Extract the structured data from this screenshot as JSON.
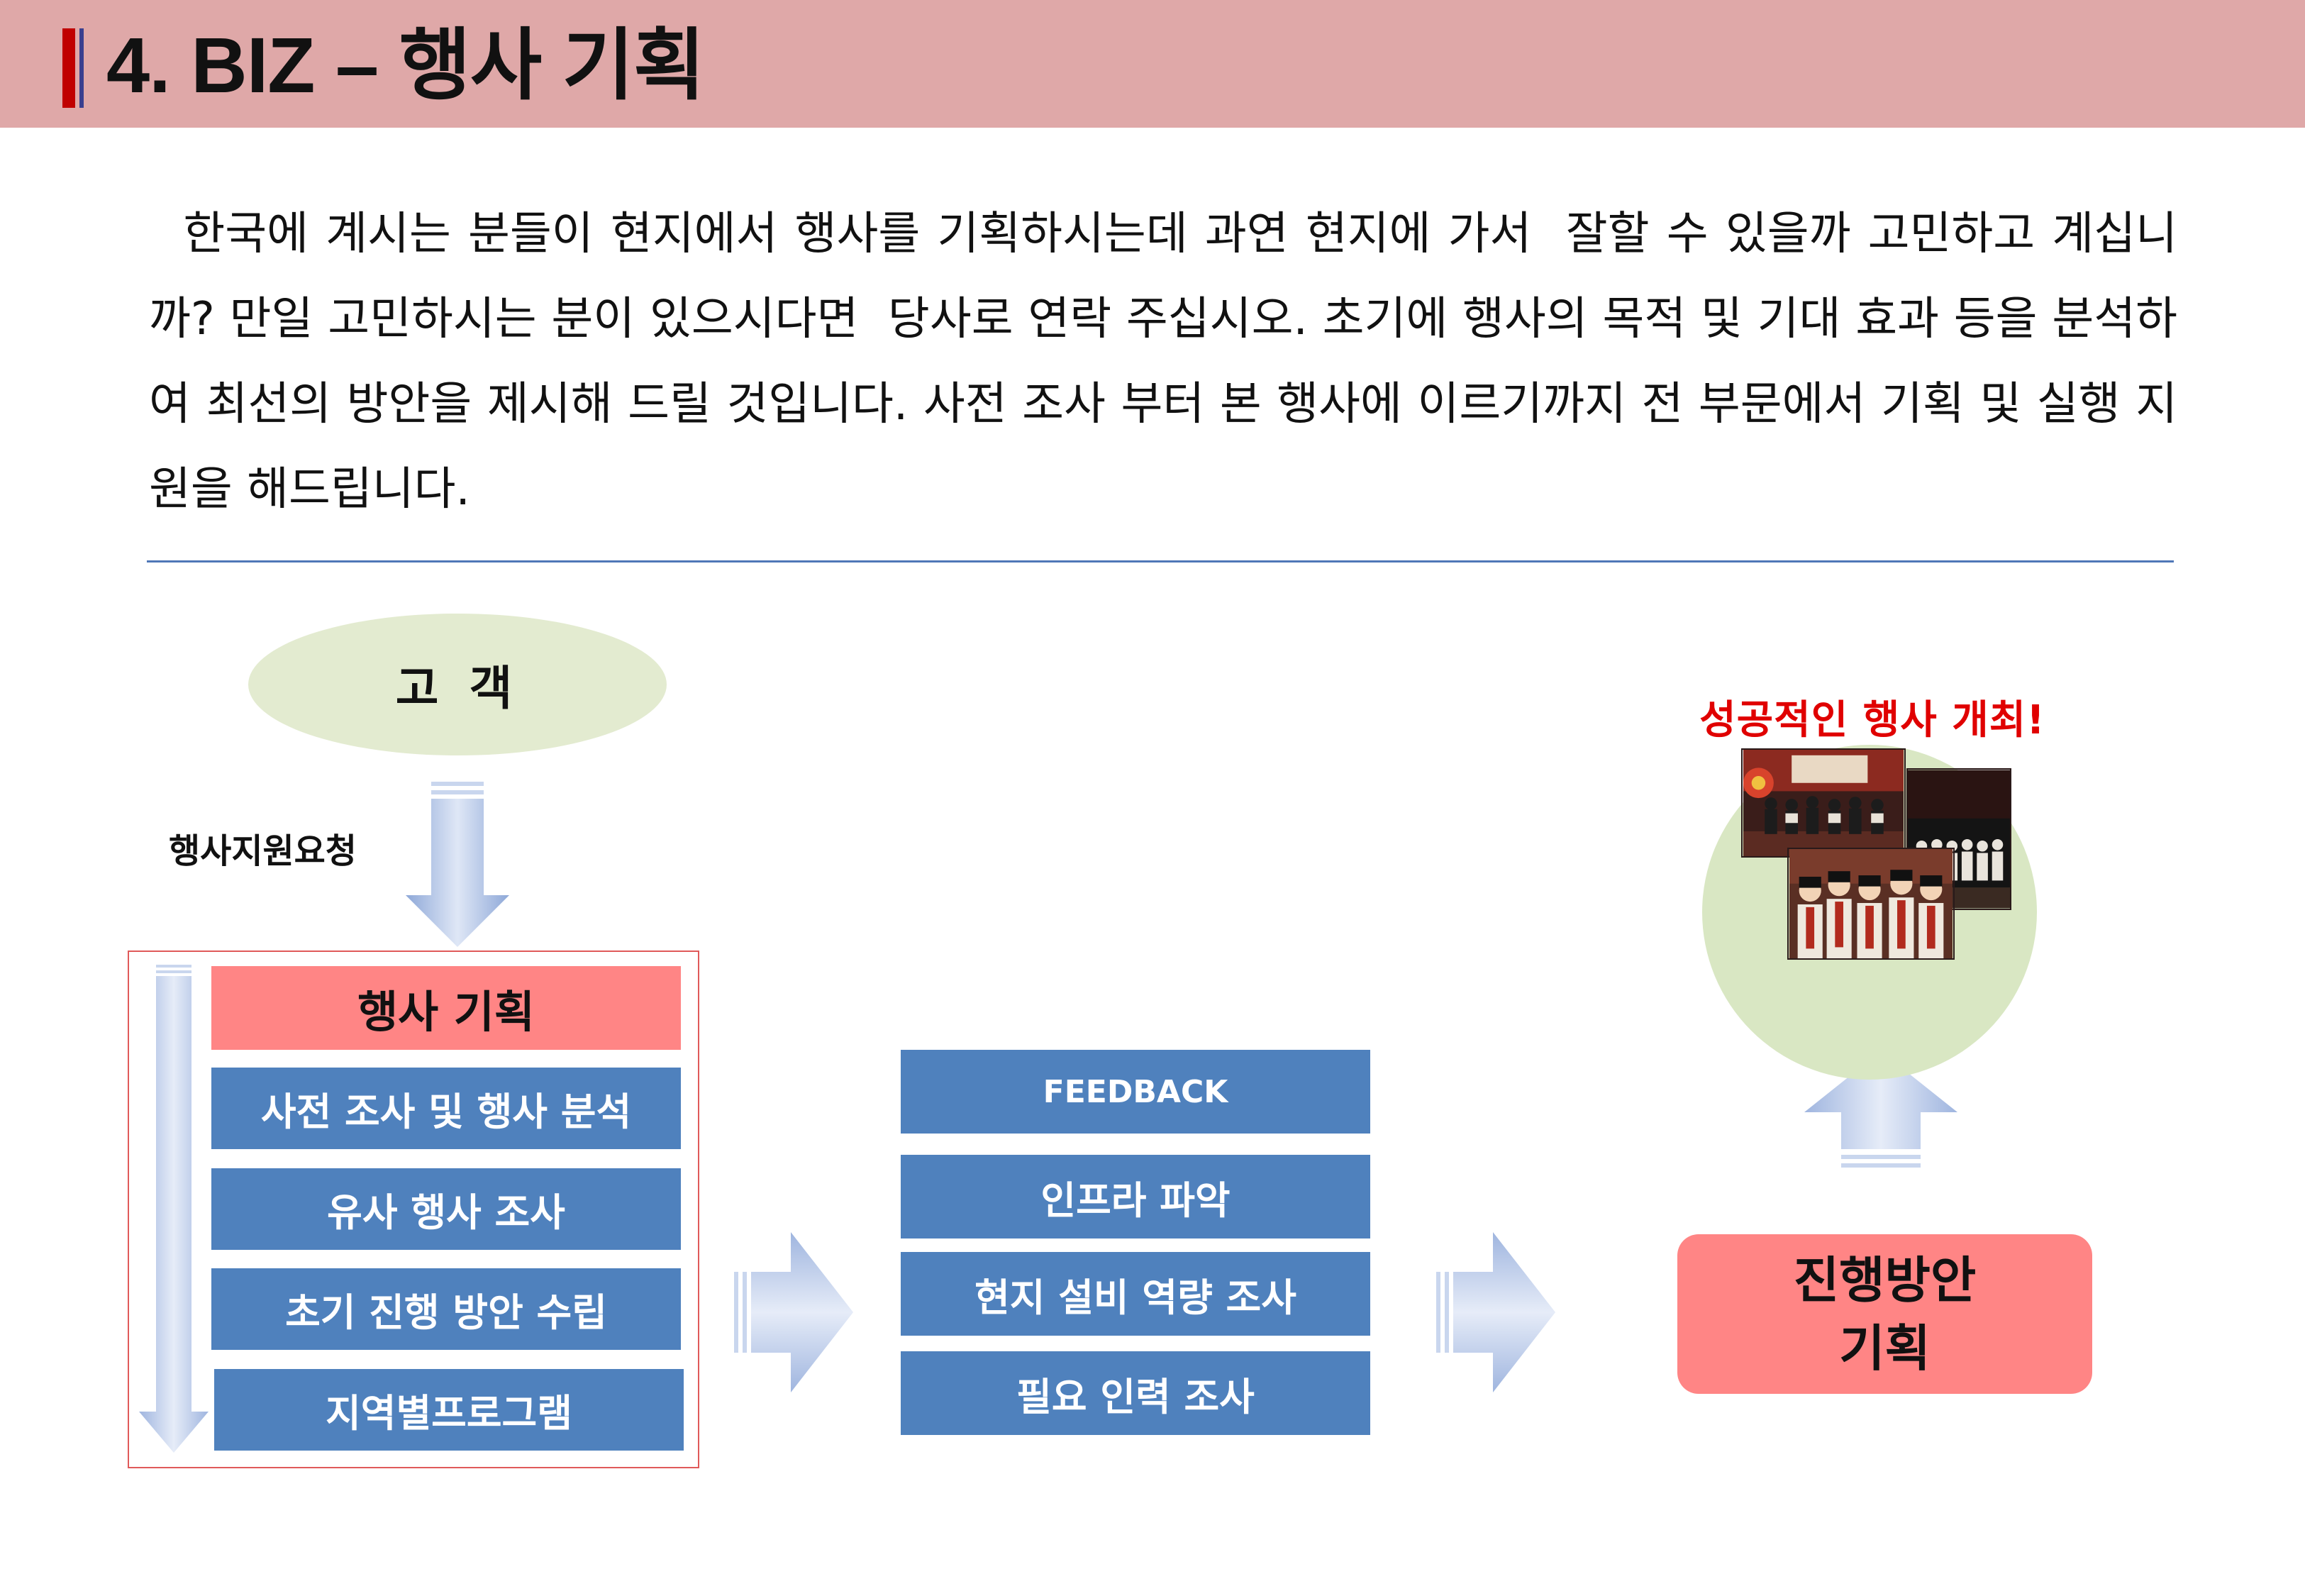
{
  "header": {
    "title": "4. BIZ – 행사 기획"
  },
  "intro": {
    "text": "  한국에 계시는 분들이 현지에서 행사를 기획하시는데 과연 현지에 가서  잘할 수 있을까 고민하고 계십니까? 만일 고민하시는 분이 있으시다면  당사로 연락 주십시오. 초기에 행사의 목적 및 기대 효과 등을 분석하여 최선의 방안을 제시해 드릴 것입니다. 사전 조사 부터 본 행사에 이르기까지 전 부문에서 기획 및 실행 지원을 해드립니다."
  },
  "diagram": {
    "customer": "고 객",
    "request_label": "행사지원요청",
    "planning": {
      "header": "행사 기획",
      "steps": [
        "사전 조사 및 행사 분석",
        "유사 행사 조사",
        "초기 진행 방안 수립",
        "지역별프로그램"
      ]
    },
    "research": {
      "items": [
        "FEEDBACK",
        "인프라 파악",
        "현지 설비 역량 조사",
        "필요 인력 조사"
      ]
    },
    "result": {
      "line1": "진행방안",
      "line2": "기획"
    },
    "success": "성공적인 행사 개최!"
  },
  "colors": {
    "header_bg": "#dfa8a8",
    "accent_red": "#c00000",
    "box_blue": "#4f81bd",
    "box_pink": "#ff8585",
    "success_red": "#e00000",
    "customer_green": "#e3ebd0",
    "divider_blue": "#4f77b7"
  }
}
